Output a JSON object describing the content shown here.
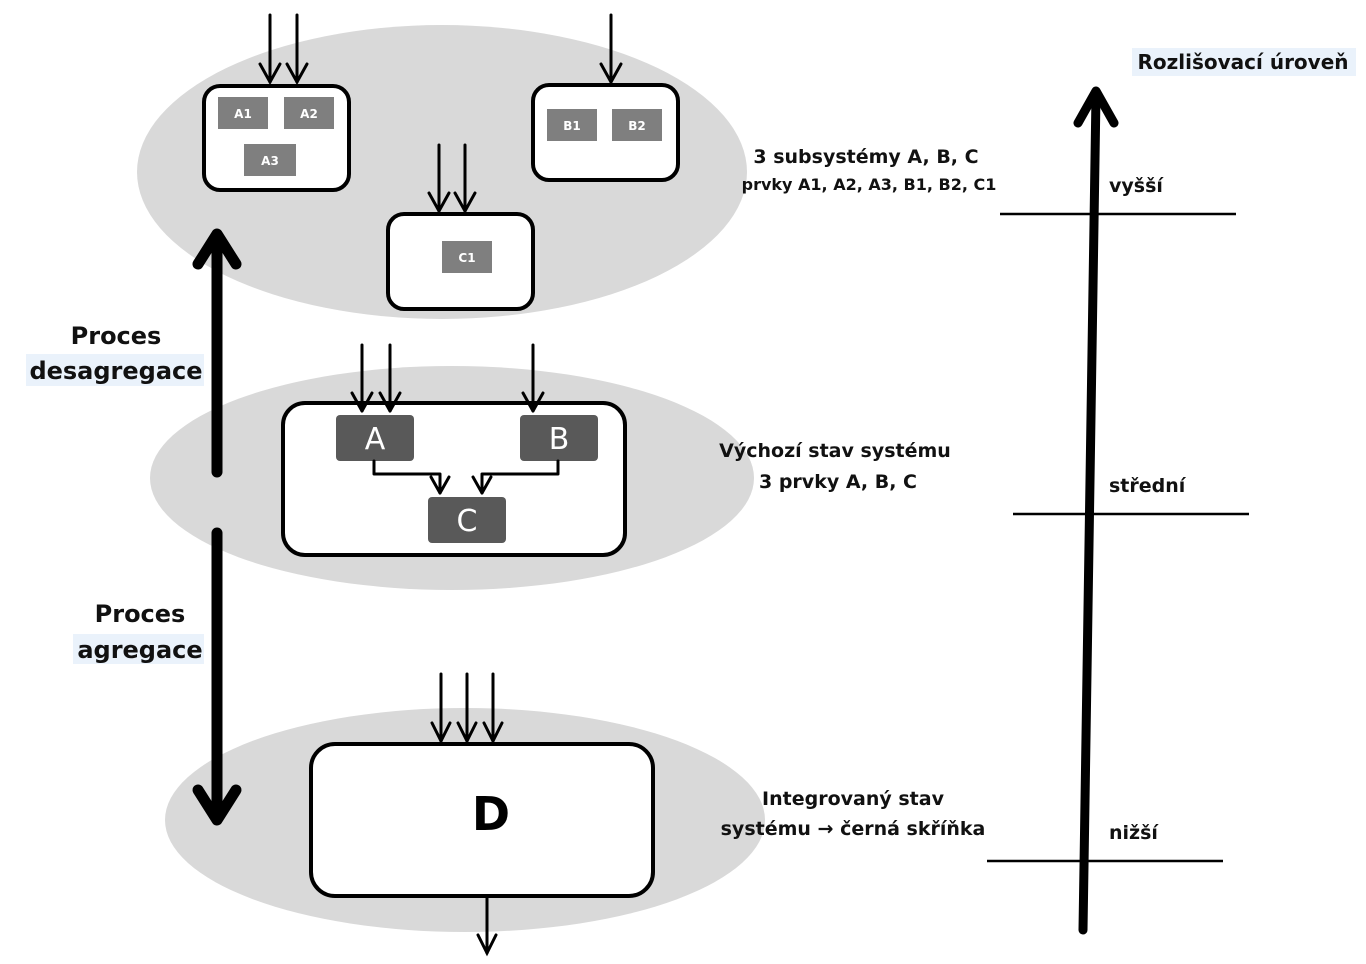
{
  "levels": {
    "axis_title": "Rozlišovací úroveň",
    "items": [
      {
        "label": "vyšší"
      },
      {
        "label": "střední"
      },
      {
        "label": "nižší"
      }
    ]
  },
  "processes": {
    "disaggregation": {
      "line1": "Proces",
      "line2": "desagregace"
    },
    "aggregation": {
      "line1": "Proces",
      "line2": "agregace"
    }
  },
  "top": {
    "caption_line1": "3 subsystémy A, B, C",
    "caption_line2": "prvky A1, A2, A3, B1, B2, C1",
    "subsystem_a": {
      "elements": [
        "A1",
        "A2",
        "A3"
      ]
    },
    "subsystem_b": {
      "elements": [
        "B1",
        "B2"
      ]
    },
    "subsystem_c": {
      "elements": [
        "C1"
      ]
    }
  },
  "middle": {
    "caption_line1": "Výchozí stav systému",
    "caption_line2": "3 prvky A, B, C",
    "elements": [
      "A",
      "B",
      "C"
    ]
  },
  "bottom": {
    "caption_line1": "Integrovaný stav",
    "caption_line2": "systému → černá skříňka",
    "box_label": "D"
  },
  "colors": {
    "ellipse": "#d9d9d9",
    "element_light": "#7f7f7f",
    "element_dark": "#595959",
    "stroke": "#000000"
  }
}
